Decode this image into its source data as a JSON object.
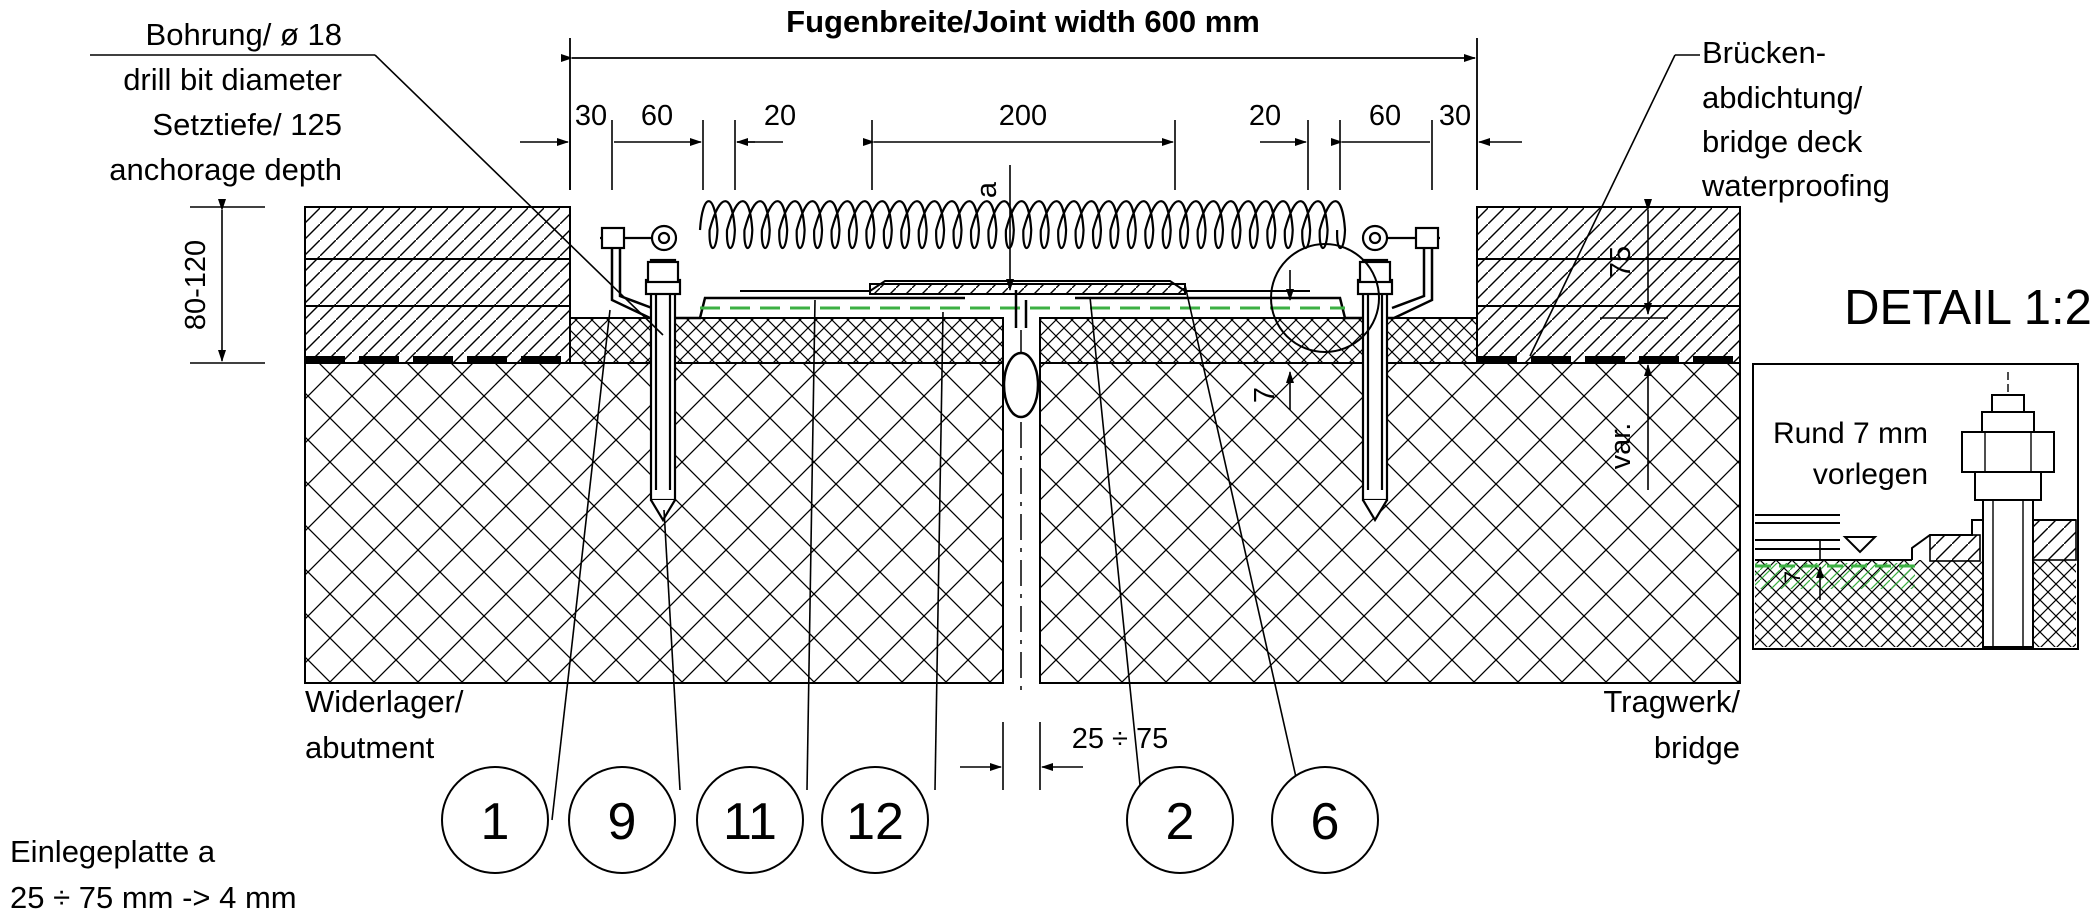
{
  "title": "Fugenbreite/Joint width 600 mm",
  "detail_title": "DETAIL 1:2",
  "drill_note": {
    "line1": "Bohrung/ ø 18",
    "line2": "drill bit diameter",
    "line3": "Setztiefe/ 125",
    "line4": "anchorage depth"
  },
  "waterproofing_note": {
    "line1": "Brücken-",
    "line2": "abdichtung/",
    "line3": "bridge deck",
    "line4": "waterproofing"
  },
  "detail_note": {
    "line1": "Rund 7 mm",
    "line2": "vorlegen"
  },
  "left_support": {
    "line1": "Widerlager/",
    "line2": "abutment"
  },
  "right_support": {
    "line1": "Tragwerk/",
    "line2": "bridge"
  },
  "insert_plate_note": {
    "line1": "Einlegeplatte a",
    "line2": "25 ÷ 75 mm -> 4 mm"
  },
  "dimensions": {
    "d30_left": "30",
    "d60_left": "60",
    "d20_left": "20",
    "d200": "200",
    "d20_right": "20",
    "d60_right": "60",
    "d30_right": "30",
    "gap": "25 ÷ 75",
    "height": "80-120",
    "d75": "75",
    "d7": "7",
    "var": "var.",
    "a": "a",
    "detail_7": "7"
  },
  "callouts": [
    "1",
    "9",
    "11",
    "12",
    "2",
    "6"
  ],
  "colors": {
    "ink": "#000000",
    "green": "#3cb043",
    "paper": "#ffffff"
  }
}
